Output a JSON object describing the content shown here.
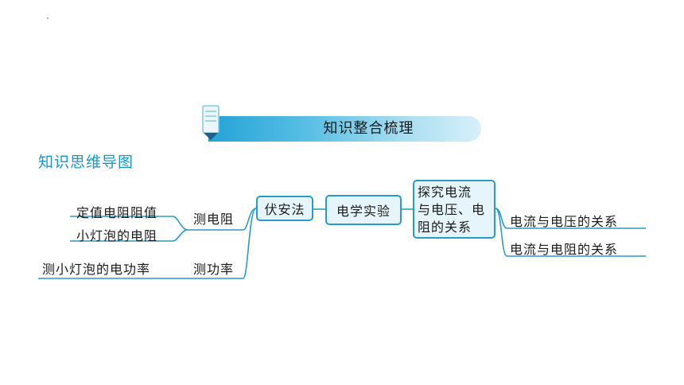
{
  "banner": {
    "title": "知识整合梳理"
  },
  "section": {
    "title": "知识思维导图"
  },
  "diagram": {
    "center": "电学实验",
    "left_node": "伏安法",
    "right_node_lines": [
      "探究电流",
      "与电压、电",
      "阻的关系"
    ],
    "left_branches": [
      {
        "label": "测电阻",
        "children": [
          "定值电阻阻值",
          "小灯泡的电阻"
        ]
      },
      {
        "label": "测功率",
        "children": [
          "测小灯泡的电功率"
        ]
      }
    ],
    "right_children": [
      "电流与电压的关系",
      "电流与电阻的关系"
    ]
  },
  "colors": {
    "accent": "#1497d1",
    "line": "#2a9bc8",
    "node_fill": "#e6f5fb"
  },
  "icons": [
    "book-icon"
  ]
}
